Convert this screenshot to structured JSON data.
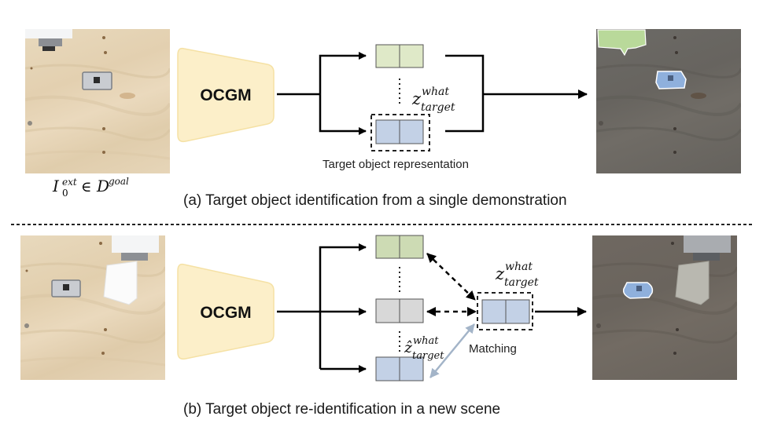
{
  "figure": {
    "panel_a": {
      "caption": "(a) Target object identification from a single demonstration",
      "input_image_label": {
        "base": "I",
        "sub": "0",
        "sup": "ext",
        "relation": "∈",
        "set_base": "D",
        "set_sup": "goal"
      },
      "model_label": "OCGM",
      "representation_label": "Target object representation",
      "z_label": {
        "base": "z",
        "sup": "what",
        "sub": "target"
      },
      "slot_colors": {
        "green": "#dfe9c8",
        "blue": "#c3d1e6"
      }
    },
    "panel_b": {
      "caption": "(b) Target object re-identification in a new scene",
      "model_label": "OCGM",
      "matching_label": "Matching",
      "z_label": {
        "base": "z",
        "sup": "what",
        "sub": "target"
      },
      "z_hat_label": {
        "base": "ẑ",
        "sup": "what",
        "sub": "target"
      },
      "slot_colors": {
        "green": "#cddbb4",
        "gray": "#d8d8d8",
        "blue": "#c3d1e6"
      },
      "match_arrow_color": "#a3b4c8"
    },
    "colors": {
      "ocgm_fill": "#fcefc9",
      "ocgm_stroke": "#f5e1a4",
      "wood": "#e3d2b5",
      "wood_dark": "#6f6a63",
      "mask_blue": "#8fb0dc",
      "mask_green": "#b9d99a"
    }
  }
}
